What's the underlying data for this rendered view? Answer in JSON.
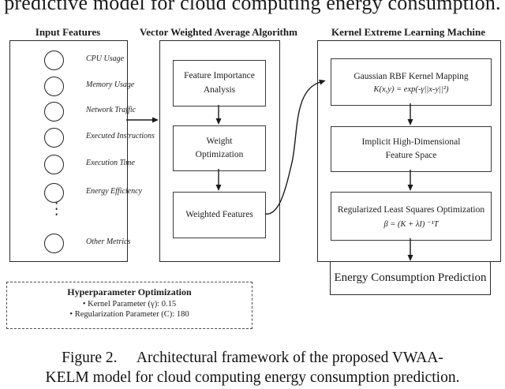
{
  "page": {
    "top_title": "predictive model for cloud computing energy consumption.",
    "caption_line1": "Figure 2.     Architectural framework of the proposed VWAA-",
    "caption_line2": "KELM model for cloud computing energy consumption prediction."
  },
  "columns": {
    "input": {
      "header": "Input Features",
      "features": [
        "CPU Usage",
        "Memory Usage",
        "Network Traffic",
        "Executed Instructions",
        "Execution Time",
        "Energy Efficiency",
        "Other Metrics"
      ],
      "ellipsis": "⋮"
    },
    "vwaa": {
      "header": "Vector Weighted Average Algorithm",
      "boxes": [
        "Feature Importance\nAnalysis",
        "Weight\nOptimization",
        "Weighted Features"
      ]
    },
    "kelm": {
      "header": "Kernel Extreme Learning Machine",
      "boxes": [
        {
          "title": "Gaussian RBF Kernel Mapping",
          "formula": "K(x,y) = exp(-γ||x-y||²)"
        },
        {
          "title": "Implicit High-Dimensional\nFeature Space",
          "formula": ""
        },
        {
          "title": "Regularized Least Squares Optimization",
          "formula": "β = (K + λI) ⁻¹T"
        }
      ],
      "output_box": "Energy Consumption Prediction"
    }
  },
  "hyperparameters": {
    "title": "Hyperparameter Optimization",
    "items": [
      "• Kernel Parameter (γ): 0.15",
      "• Regularization Parameter (C): 180"
    ]
  },
  "colors": {
    "ink": "#1b1b1b",
    "background": "#ffffff"
  }
}
